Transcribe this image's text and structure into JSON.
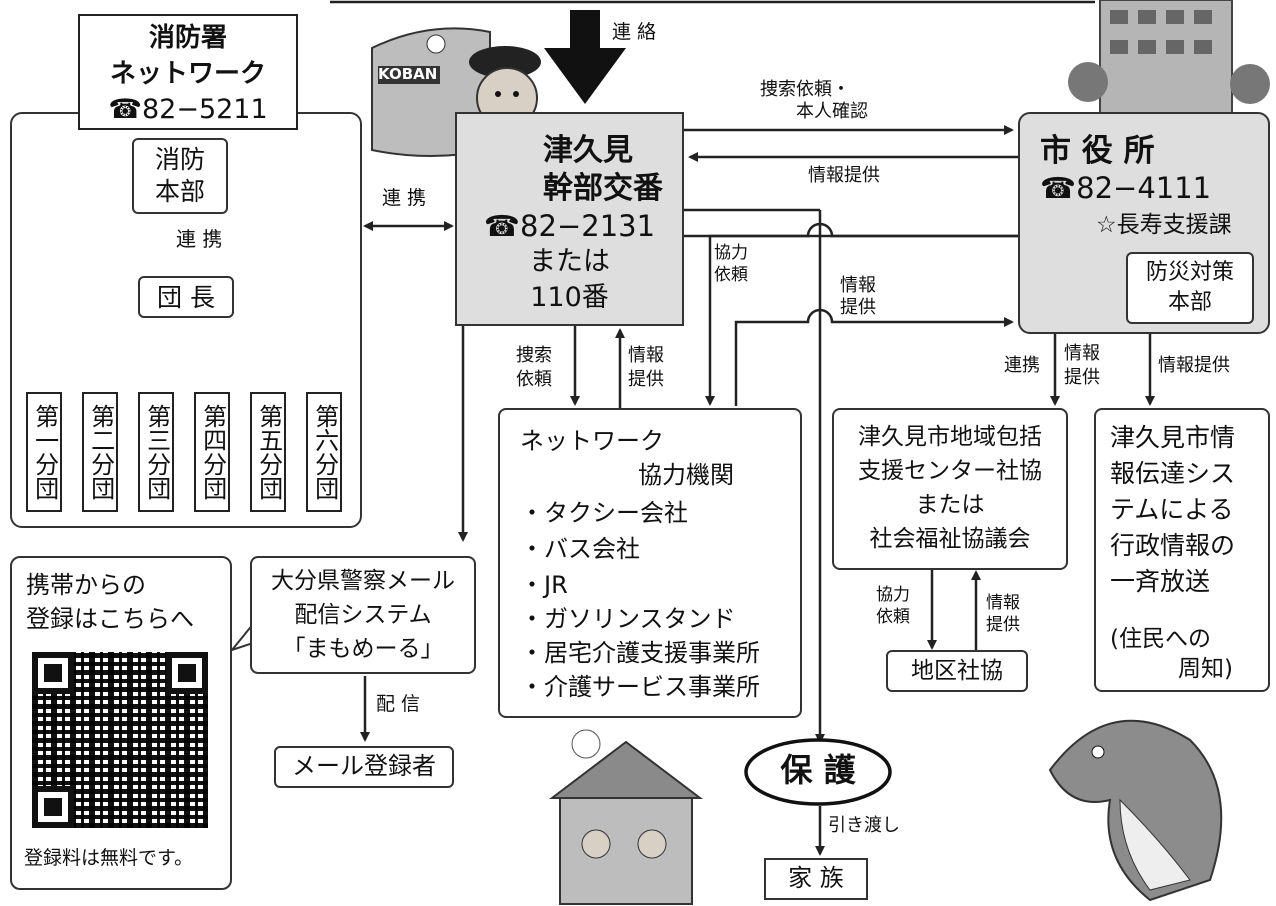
{
  "fire": {
    "title_1": "消防署",
    "title_2": "ネットワーク",
    "phone": "☎82−5211",
    "hq_1": "消防",
    "hq_2": "本部",
    "link": "連 携",
    "leader": "団 長",
    "units": [
      "第一分団",
      "第二分団",
      "第三分団",
      "第四分団",
      "第五分団",
      "第六分団"
    ]
  },
  "police": {
    "name_1": "津久見",
    "name_2": "幹部交番",
    "phone": "☎82−2131",
    "or": "または",
    "emergency": "110番",
    "koban_sign": "KOBAN"
  },
  "city": {
    "name": "市 役 所",
    "phone": "☎82−4111",
    "dept": "☆長寿支援課",
    "disaster_1": "防災対策",
    "disaster_2": "本部"
  },
  "network": {
    "title": "ネットワーク",
    "subtitle": "協力機関",
    "items": [
      "・タクシー会社",
      "・バス会社",
      "・JR",
      "・ガソリンスタンド",
      "・居宅介護支援事業所",
      "・介護サービス事業所"
    ]
  },
  "support": {
    "line_1": "津久見市地域包括",
    "line_2": "支援センター社協",
    "line_3": "または",
    "line_4": "社会福祉協議会"
  },
  "district": "地区社協",
  "broadcast": {
    "lines": [
      "津久見市情",
      "報伝達シス",
      "テムによる",
      "行政情報の",
      "一斉放送"
    ],
    "note_1": "(住民への",
    "note_2": "周知)"
  },
  "mail": {
    "line_1": "大分県警察メール",
    "line_2": "配信システム",
    "line_3": "「まもめーる」",
    "deliver": "配 信",
    "registrants": "メール登録者"
  },
  "mobile": {
    "line_1": "携帯からの",
    "line_2": "登録はこちらへ",
    "free": "登録料は無料です。"
  },
  "protect": "保 護",
  "handover": "引き渡し",
  "family": "家 族",
  "arrow_labels": {
    "contact": "連 絡",
    "fire_link": "連 携",
    "search_request": "捜索依頼・",
    "identity_check": "本人確認",
    "info_provide": "情報提供",
    "coop_1": "協力",
    "coop_2": "依頼",
    "info_1": "情報",
    "info_2": "提供",
    "search_1": "捜索",
    "search_2": "依頼",
    "police_info_1": "情報",
    "police_info_2": "提供",
    "city_link": "連携",
    "city_info_1": "情報",
    "city_info_2": "提供",
    "disaster_info": "情報提供",
    "district_coop_1": "協力",
    "district_coop_2": "依頼",
    "district_info_1": "情報",
    "district_info_2": "提供"
  },
  "colors": {
    "grey_fill": "#dedede",
    "line": "#222222"
  }
}
